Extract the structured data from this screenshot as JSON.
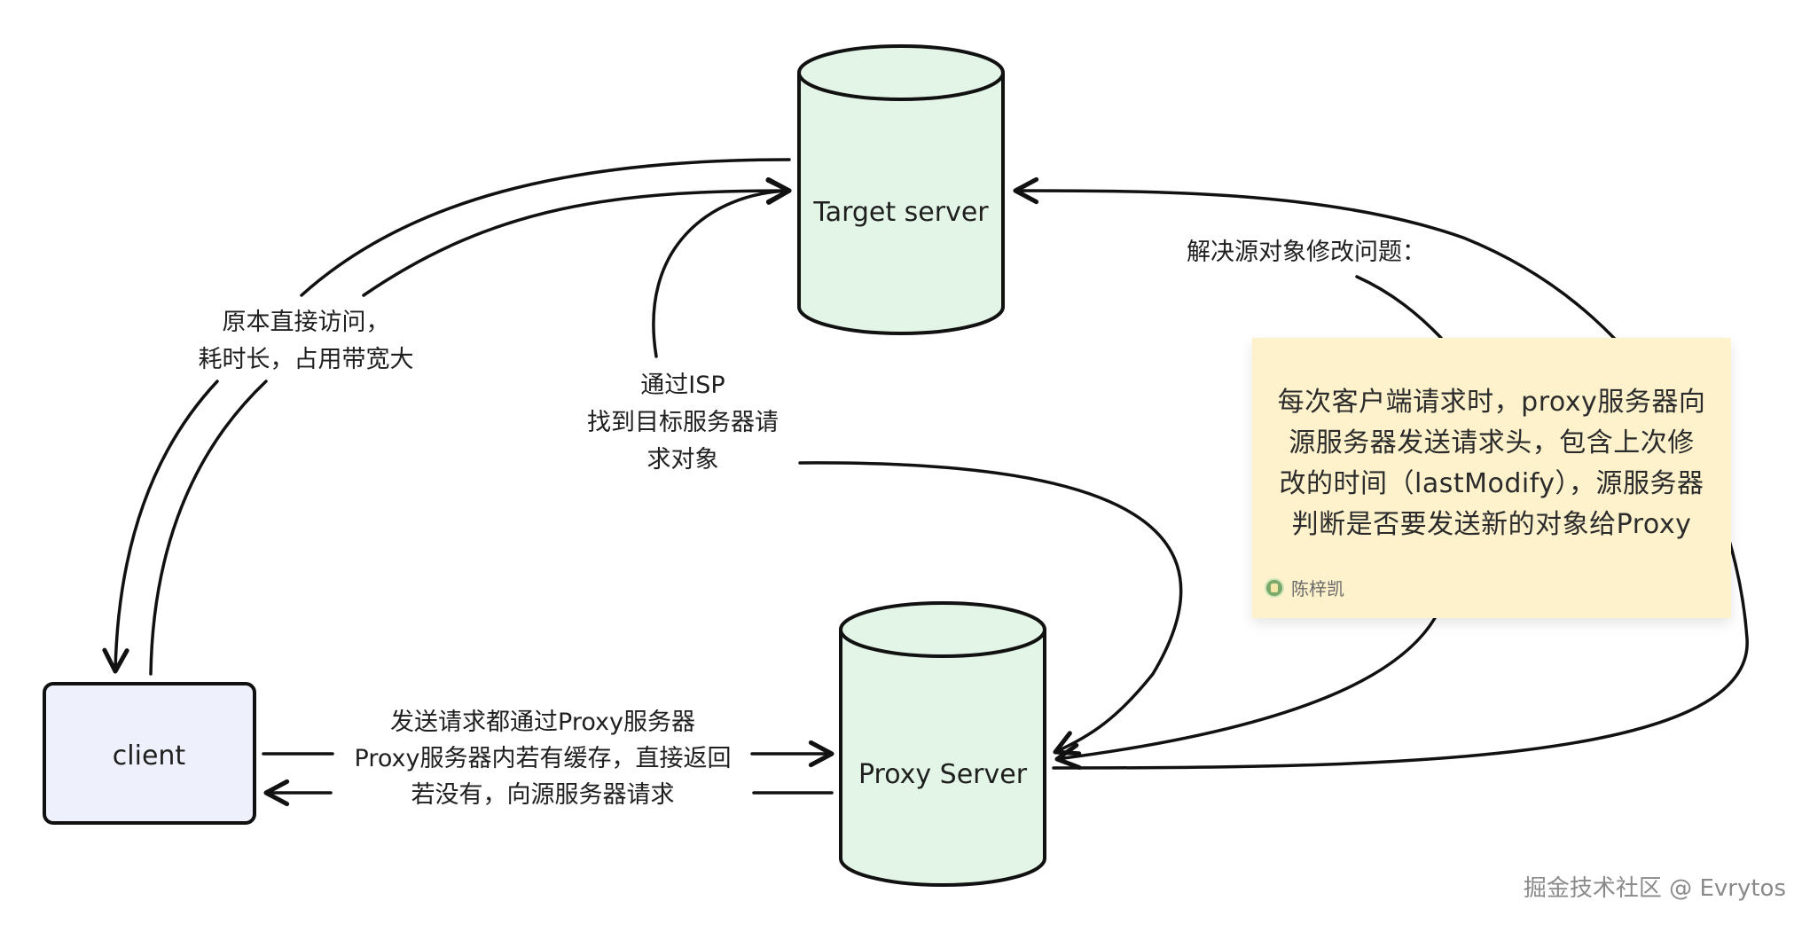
{
  "nodes": {
    "target_server": "Target server",
    "proxy_server": "Proxy Server",
    "client": "client"
  },
  "edge_labels": {
    "direct": [
      "原本直接访问，",
      "耗时长，占用带宽大"
    ],
    "isp": [
      "通过ISP",
      "找到目标服务器请",
      "求对象"
    ],
    "proxy_flow": [
      "发送请求都通过Proxy服务器",
      "Proxy服务器内若有缓存，直接返回",
      "若没有，向源服务器请求"
    ],
    "fix": "解决源对象修改问题："
  },
  "note": {
    "lines": [
      "每次客户端请求时，proxy服务器向",
      "源服务器发送请求头，包含上次修",
      "改的时间（lastModify），源服务器",
      "判断是否要发送新的对象给Proxy"
    ],
    "author": "陈梓凯"
  },
  "watermark": "掘金技术社区 @ Evrytos",
  "colors": {
    "server_fill": "#e3f5e6",
    "client_fill": "#eef1fb",
    "note_fill": "#fdf2cc",
    "stroke": "#111111"
  }
}
